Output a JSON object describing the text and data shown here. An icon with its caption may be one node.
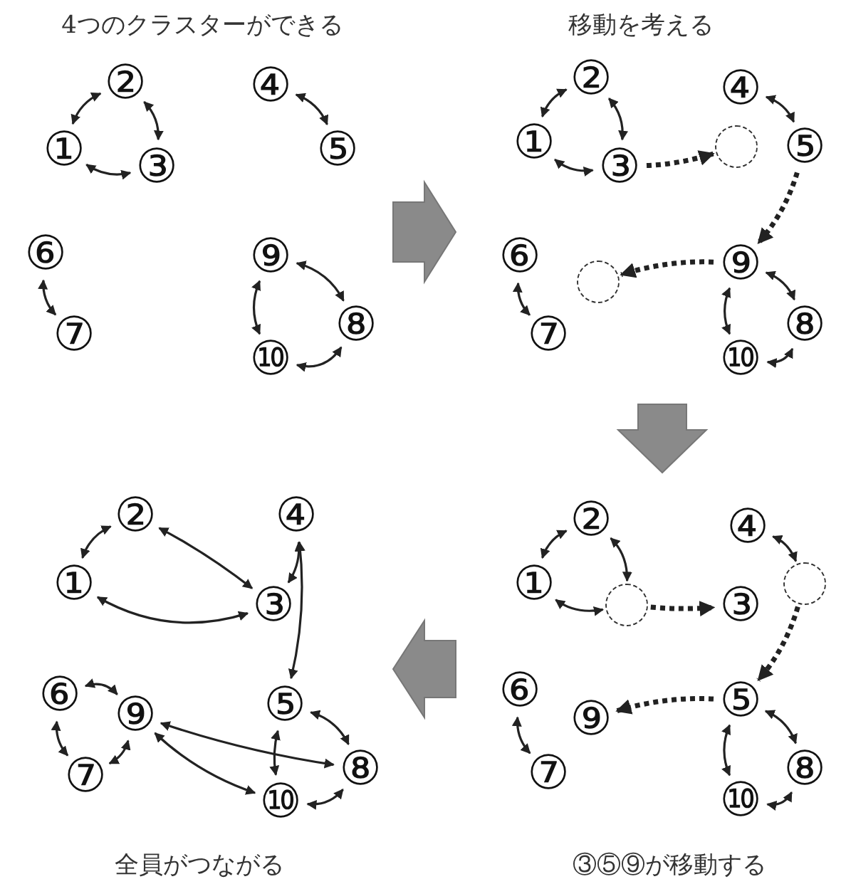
{
  "diagram": {
    "nodes": [
      {
        "text": [
          "②"
        ]
      },
      {
        "text": [
          "④"
        ]
      },
      {
        "text": [
          "①"
        ]
      },
      {
        "text": [
          "③"
        ]
      },
      {
        "text": [
          "⑤"
        ]
      },
      {
        "text": [
          "⑥"
        ]
      },
      {
        "text": [
          "⑨"
        ]
      },
      {
        "text": [
          "⑦"
        ]
      },
      {
        "text": [
          "⑧"
        ]
      },
      {
        "text": [
          "⑩"
        ]
      },
      {
        "text": [
          "②"
        ]
      },
      {
        "text": [
          "④"
        ]
      },
      {
        "text": [
          "①"
        ]
      },
      {
        "text": [
          "③"
        ]
      },
      {
        "text": [],
        "shape": "circle"
      },
      {
        "text": [
          "⑤"
        ]
      },
      {
        "text": [
          "⑥"
        ]
      },
      {
        "text": [],
        "shape": "circle"
      },
      {
        "text": [
          "⑨"
        ]
      },
      {
        "text": [
          "⑦"
        ]
      },
      {
        "text": [
          "⑧"
        ]
      },
      {
        "text": [
          "⑩"
        ]
      },
      {
        "text": [
          "②"
        ]
      },
      {
        "text": [
          "④"
        ]
      },
      {
        "text": [
          "①"
        ]
      },
      {
        "text": [
          "③"
        ]
      },
      {
        "text": [
          "⑥"
        ]
      },
      {
        "text": [
          "⑤"
        ]
      },
      {
        "text": [
          "⑨"
        ]
      },
      {
        "text": [
          "⑦"
        ]
      },
      {
        "text": [
          "⑧"
        ]
      },
      {
        "text": [
          "⑩"
        ]
      },
      {
        "text": [
          "②"
        ]
      },
      {
        "text": [
          "④"
        ]
      },
      {
        "text": [
          "①"
        ]
      },
      {
        "text": [],
        "shape": "circle"
      },
      {
        "text": [
          "③"
        ]
      },
      {
        "text": [],
        "shape": "circle"
      },
      {
        "text": [
          "⑥"
        ]
      },
      {
        "text": [
          "⑤"
        ]
      },
      {
        "text": [
          "⑨"
        ]
      },
      {
        "text": [
          "⑦"
        ]
      },
      {
        "text": [
          "⑧"
        ]
      },
      {
        "text": [
          "⑩"
        ]
      }
    ],
    "edges": [
      {
        "from": 2,
        "to": 0,
        "arrow": "both"
      },
      {
        "from": 0,
        "to": 3,
        "arrow": "both"
      },
      {
        "from": 2,
        "to": 3,
        "arrow": "both"
      },
      {
        "from": 1,
        "to": 4,
        "arrow": "both"
      },
      {
        "from": 5,
        "to": 7,
        "arrow": "both"
      },
      {
        "from": 6,
        "to": 8,
        "arrow": "both"
      },
      {
        "from": 6,
        "to": 9,
        "arrow": "both"
      },
      {
        "from": 9,
        "to": 8,
        "arrow": "both"
      },
      {
        "from": 12,
        "to": 10,
        "arrow": "both"
      },
      {
        "from": 10,
        "to": 13,
        "arrow": "both"
      },
      {
        "from": 12,
        "to": 13,
        "arrow": "both"
      },
      {
        "from": 11,
        "to": 15,
        "arrow": "both"
      },
      {
        "from": 16,
        "to": 19,
        "arrow": "both"
      },
      {
        "from": 18,
        "to": 20,
        "arrow": "both"
      },
      {
        "from": 18,
        "to": 21,
        "arrow": "both"
      },
      {
        "from": 21,
        "to": 20,
        "arrow": "both"
      },
      {
        "from": 13,
        "to": 14,
        "arrow": "to",
        "style": "dashed"
      },
      {
        "from": 15,
        "to": 18,
        "arrow": "to",
        "style": "dashed"
      },
      {
        "from": 18,
        "to": 17,
        "arrow": "to",
        "style": "dashed"
      },
      {
        "from": 24,
        "to": 22,
        "arrow": "both"
      },
      {
        "from": 22,
        "to": 25,
        "arrow": "both"
      },
      {
        "from": 24,
        "to": 25,
        "arrow": "both"
      },
      {
        "from": 25,
        "to": 23,
        "arrow": "both"
      },
      {
        "from": 23,
        "to": 27,
        "arrow": "both"
      },
      {
        "from": 26,
        "to": 28,
        "arrow": "both"
      },
      {
        "from": 26,
        "to": 29,
        "arrow": "both"
      },
      {
        "from": 29,
        "to": 28,
        "arrow": "both"
      },
      {
        "from": 28,
        "to": 30,
        "arrow": "both"
      },
      {
        "from": 28,
        "to": 31,
        "arrow": "both"
      },
      {
        "from": 27,
        "to": 30,
        "arrow": "both"
      },
      {
        "from": 27,
        "to": 31,
        "arrow": "both"
      },
      {
        "from": 31,
        "to": 30,
        "arrow": "both"
      },
      {
        "from": 34,
        "to": 32,
        "arrow": "both"
      },
      {
        "from": 32,
        "to": 35,
        "arrow": "both"
      },
      {
        "from": 34,
        "to": 35,
        "arrow": "both"
      },
      {
        "from": 35,
        "to": 36,
        "arrow": "to",
        "style": "dashed"
      },
      {
        "from": 33,
        "to": 37,
        "arrow": "both"
      },
      {
        "from": 37,
        "to": 39,
        "arrow": "to",
        "style": "dashed"
      },
      {
        "from": 39,
        "to": 40,
        "arrow": "to",
        "style": "dashed"
      },
      {
        "from": 38,
        "to": 41,
        "arrow": "both"
      },
      {
        "from": 39,
        "to": 42,
        "arrow": "both"
      },
      {
        "from": 39,
        "to": 43,
        "arrow": "both"
      },
      {
        "from": 43,
        "to": 42,
        "arrow": "both"
      }
    ],
    "labels": [
      "4つのクラスターができる",
      "移動を考える",
      "全員がつながる",
      "③⑤⑨が移動する"
    ]
  }
}
